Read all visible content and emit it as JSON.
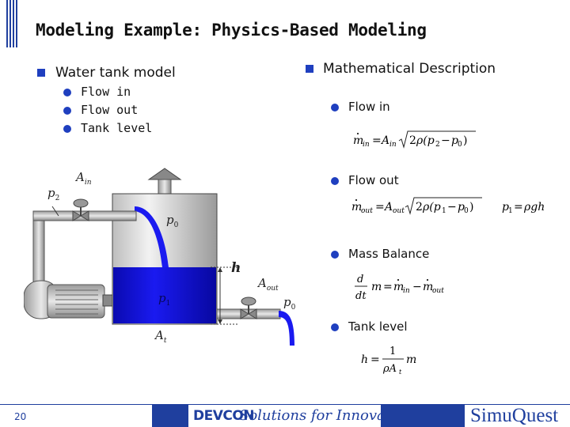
{
  "title": "Modeling Example: Physics-Based Modeling",
  "left": {
    "heading": "Water tank model",
    "items": [
      "Flow in",
      "Flow out",
      "Tank level"
    ]
  },
  "right": {
    "heading": "Mathematical Description",
    "flow_in": "Flow in",
    "flow_out": "Flow out",
    "mass_balance": "Mass Balance",
    "tank_level": "Tank level"
  },
  "diagram": {
    "A_in": "A",
    "A_in_sub": "in",
    "p2": "p",
    "p2_sub": "2",
    "p0_top": "p",
    "p0_top_sub": "0",
    "p1": "p",
    "p1_sub": "1",
    "h": "h",
    "A_out": "A",
    "A_out_sub": "out",
    "p0_out": "p",
    "p0_out_sub": "0",
    "A_t": "A",
    "A_t_sub": "t"
  },
  "footer": {
    "page_number": "20",
    "devcon": "DEVCON",
    "tagline": "Solutions for Innovation",
    "simuquest": "SimuQuest"
  },
  "colors": {
    "accent": "#1f3fbf",
    "water": "#1010d0",
    "footer_blue": "#1f3f9e"
  }
}
